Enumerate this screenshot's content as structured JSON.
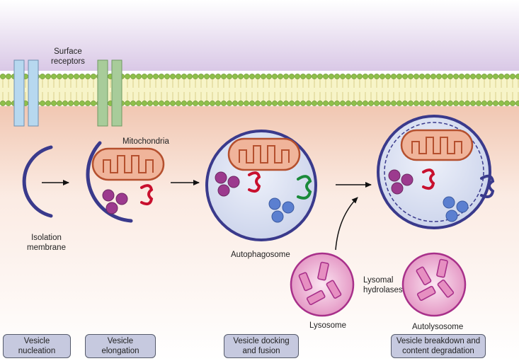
{
  "labels": {
    "surface_receptors": "Surface\nreceptors",
    "mitochondria": "Mitochondria",
    "isolation_membrane": "Isolation\nmembrane",
    "autophagosome": "Autophagosome",
    "lysosomal_hydrolases": "Lysomal\nhydrolases",
    "lysosome": "Lysosome",
    "autolysosome": "Autolysosome"
  },
  "stages": [
    {
      "label": "Vesicle\nnucleation"
    },
    {
      "label": "Vesicle\nelongation"
    },
    {
      "label": "Vesicle docking\nand fusion"
    },
    {
      "label": "Vesicle breakdown and\ncontent degradation"
    }
  ],
  "colors": {
    "membrane_head": "#8fbf4a",
    "membrane_core": "#f7f4c8",
    "receptor_blue": "#b7d8ef",
    "receptor_green": "#a8cc9a",
    "vesicle_border": "#3a3a8c",
    "vesicle_fill": "#dde3f3",
    "mitochondria_fill": "#f0b49a",
    "mitochondria_stroke": "#b5502e",
    "protein_purple": "#9c3a8e",
    "protein_red": "#c8102e",
    "protein_green": "#1a8a3a",
    "protein_blue": "#5b7fd0",
    "lysosome_fill": "#e7a3cc",
    "lysosome_border": "#a8308a"
  }
}
